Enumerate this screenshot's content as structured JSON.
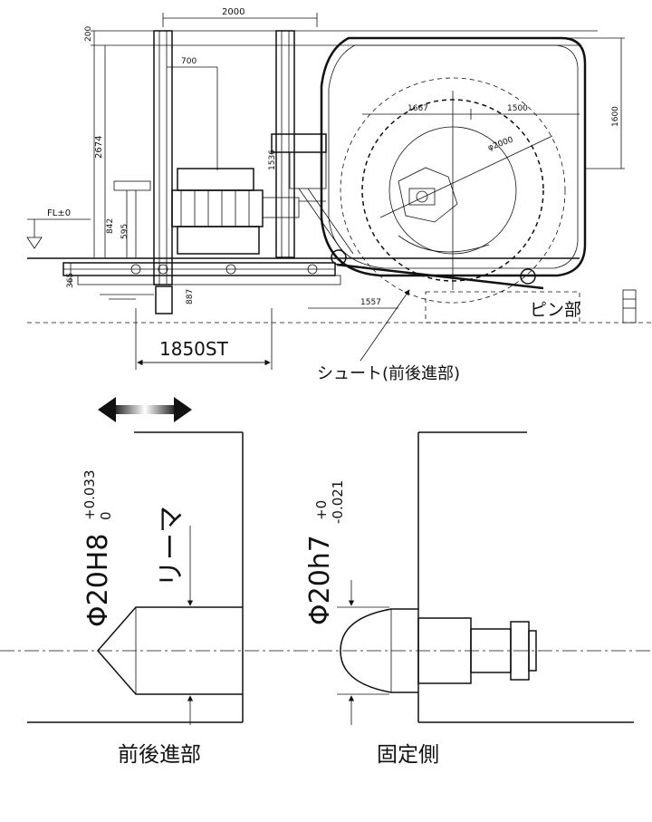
{
  "machine_drawing": {
    "dim_2000_top": "2000",
    "dim_200": "200",
    "dim_700": "700",
    "dim_2674": "2674",
    "dim_1536": "1536",
    "dim_1667": "1667",
    "dim_1500": "1500",
    "dim_1600": "1600",
    "dim_phi2000": "φ2000",
    "dim_842": "842",
    "dim_595": "595",
    "dim_365": "365",
    "dim_887": "887",
    "dim_1557": "1557",
    "fl_label": "FL±0",
    "stroke_dim": "1850ST",
    "pin_label": "ピン部",
    "chute_label": "シュート(前後進部)"
  },
  "reamer_side": {
    "dia_label": "Φ20H8",
    "tol_upper": "+0.033",
    "tol_lower": "0",
    "tool_label": "リーマ",
    "caption": "前後進部"
  },
  "fixed_side": {
    "dia_label": "Φ20h7",
    "tol_upper": "+0",
    "tol_lower": "-0.021",
    "caption": "固定側"
  }
}
